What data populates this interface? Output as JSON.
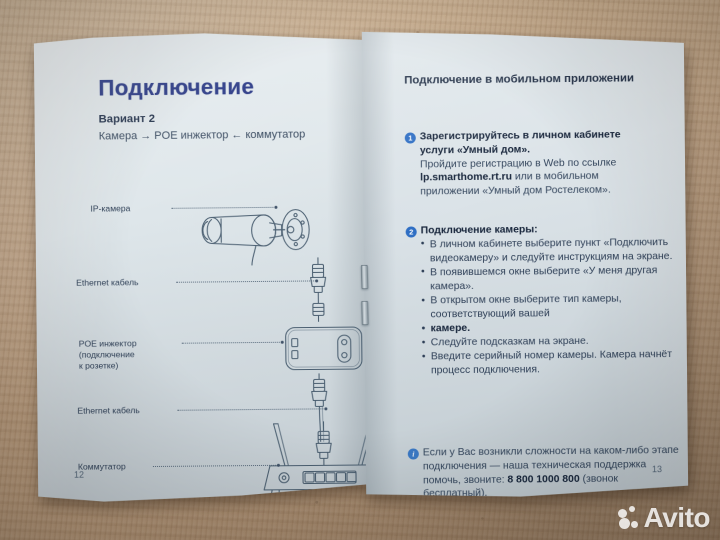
{
  "photo": {
    "watermark": "Avito"
  },
  "left_page": {
    "title": "Подключение",
    "variant_label": "Вариант 2",
    "variant_flow": "Камера → POE инжектор ← коммутатор",
    "page_number": "12",
    "callouts": [
      {
        "label": "IP-камера"
      },
      {
        "label": "Ethernet кабель"
      },
      {
        "label": "POE инжектор",
        "line2": "(подключение",
        "line3": "к розетке)"
      },
      {
        "label": "Ethernet кабель"
      },
      {
        "label": "Коммутатор"
      }
    ],
    "diagram": {
      "camera": "ip-camera-illustration",
      "poe_injector": "poe-injector-illustration",
      "switch": "router-switch-illustration",
      "cables": "ethernet-cable-illustration"
    }
  },
  "right_page": {
    "title": "Подключение в мобильном приложении",
    "page_number": "13",
    "items": [
      {
        "badge": "1",
        "heading_line1": "Зарегистрируйтесь в личном кабинете",
        "heading_line2": "услуги «Умный дом».",
        "body_line1": "Пройдите регистрацию в Web по ссылке",
        "body_link": "lp.smarthome.rt.ru",
        "body_line2_rest": " или в мобильном",
        "body_line3": "приложении «Умный дом Ростелеком»."
      },
      {
        "badge": "2",
        "heading": "Подключение камеры:",
        "bullets": [
          {
            "text": "В личном кабинете выберите пункт «Подключить видеокамеру» и следуйте инструкциям на экране.",
            "bold": false
          },
          {
            "text": "В появившемся окне выберите «У меня другая камера».",
            "bold": false
          },
          {
            "text": "В открытом окне выберите тип камеры, соответствующий вашей",
            "bold": false
          },
          {
            "text": "камере.",
            "bold": true
          },
          {
            "text": "Следуйте подсказкам на экране.",
            "bold": false
          },
          {
            "text": "Введите серийный номер камеры. Камера начнёт процесс подключения.",
            "bold": false
          }
        ]
      },
      {
        "badge": "i",
        "text_part1": "Если у Вас возникли сложности на каком-либо этапе подключения — наша техническая поддержка помочь, звоните: ",
        "phone": "8 800 1000 800",
        "text_part2": " (звонок бесплатный)."
      }
    ]
  }
}
